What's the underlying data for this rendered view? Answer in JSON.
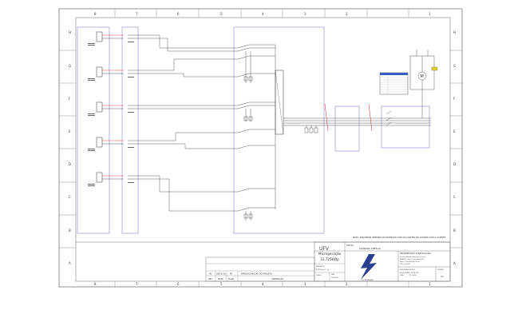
{
  "sheet": {
    "zones_top": [
      "8",
      "7",
      "6",
      "5",
      "4",
      "3",
      "2",
      "1"
    ],
    "zones_bottom": [
      "8",
      "7",
      "6",
      "5",
      "4",
      "3",
      "2",
      "1"
    ],
    "zones_left": [
      "H",
      "G",
      "F",
      "E",
      "D",
      "C",
      "B",
      "A"
    ],
    "zones_right": [
      "H",
      "G",
      "F",
      "E",
      "D",
      "C",
      "B",
      "A"
    ]
  },
  "diagram": {
    "module_count": 5,
    "note": "NOTA: DISJUNTOR INTERNO DO INVERSOR COM OS AJUSTES DE ACORDO COM O CLIENTE"
  },
  "title_block": {
    "system_title": "UFV",
    "system_subtitle": "Microgeração",
    "system_power": "33,725kWp",
    "page_label": "FOLHA",
    "page_title": "DIAGRAMA UNIFILAR",
    "owner_label": "PROPRIETÁRIO E INSTALAÇÃO:",
    "owner_lines": [
      "Ufv Gaac Alexandre Rodrigues da Cunha",
      "ENDEREÇO: Rod. L 5 de Jandaíba 114",
      "Bairro: Centro Município de Tai",
      "CEP: 57750-000"
    ],
    "designer_label": "DESENHISTA",
    "designer_name": "NOME: Bruno C. Luiz",
    "scale_label": "ESCALA",
    "date_label": "DATA",
    "date_value": "14/01/2024",
    "tech_label": "RESPONSÁVEL TÉCNICO",
    "tech_lines": [
      "NOME: RICARDO ROCHA LUIZ",
      "CREA:",
      "RT: 000220"
    ],
    "format_label": "FORMATO",
    "format_value": "A3",
    "revision": {
      "rev": "00",
      "date": "05/01/19",
      "by": "RT",
      "desc": "EMISSÃO INICIAL DO PROJETO"
    },
    "rev_headers": [
      "REV",
      "DATA",
      "ELAB.",
      "ALTERAÇÃO"
    ],
    "logo_text": "LUIZ ENGENHARIA"
  },
  "colors": {
    "frame": "#555555",
    "wire": "#333333",
    "box": "#6a6acc",
    "accent": "#cc2222",
    "logo": "#2a3f8f"
  }
}
